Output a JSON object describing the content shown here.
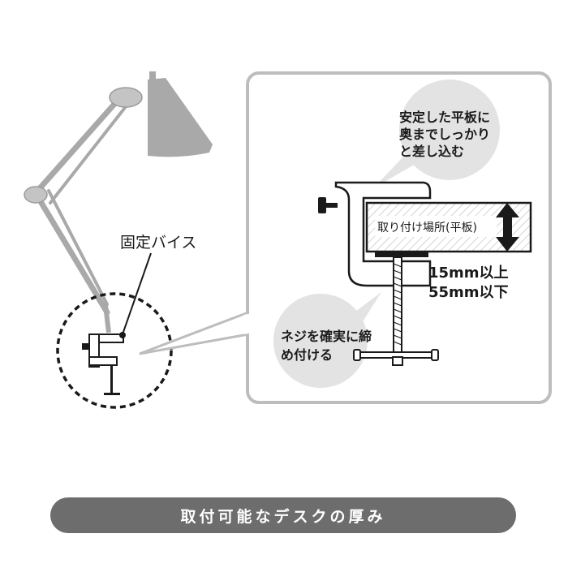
{
  "labels": {
    "vise": "固定バイス",
    "insert_note": [
      "安定した平板に",
      "奥までしっかり",
      "と差し込む"
    ],
    "board": "取り付け場所(平板)",
    "thickness_min": "15mm以上",
    "thickness_max": "55mm以下",
    "screw_note": [
      "ネジを確実に締",
      "め付ける"
    ]
  },
  "caption": "取付可能なデスクの厚み",
  "colors": {
    "lamp_gray": "#a9a9a9",
    "frame_gray": "#bdbdbd",
    "bubble_gray": "#e3e3e3",
    "caption_bg": "#6d6d6d",
    "dark": "#1a1a1a"
  }
}
